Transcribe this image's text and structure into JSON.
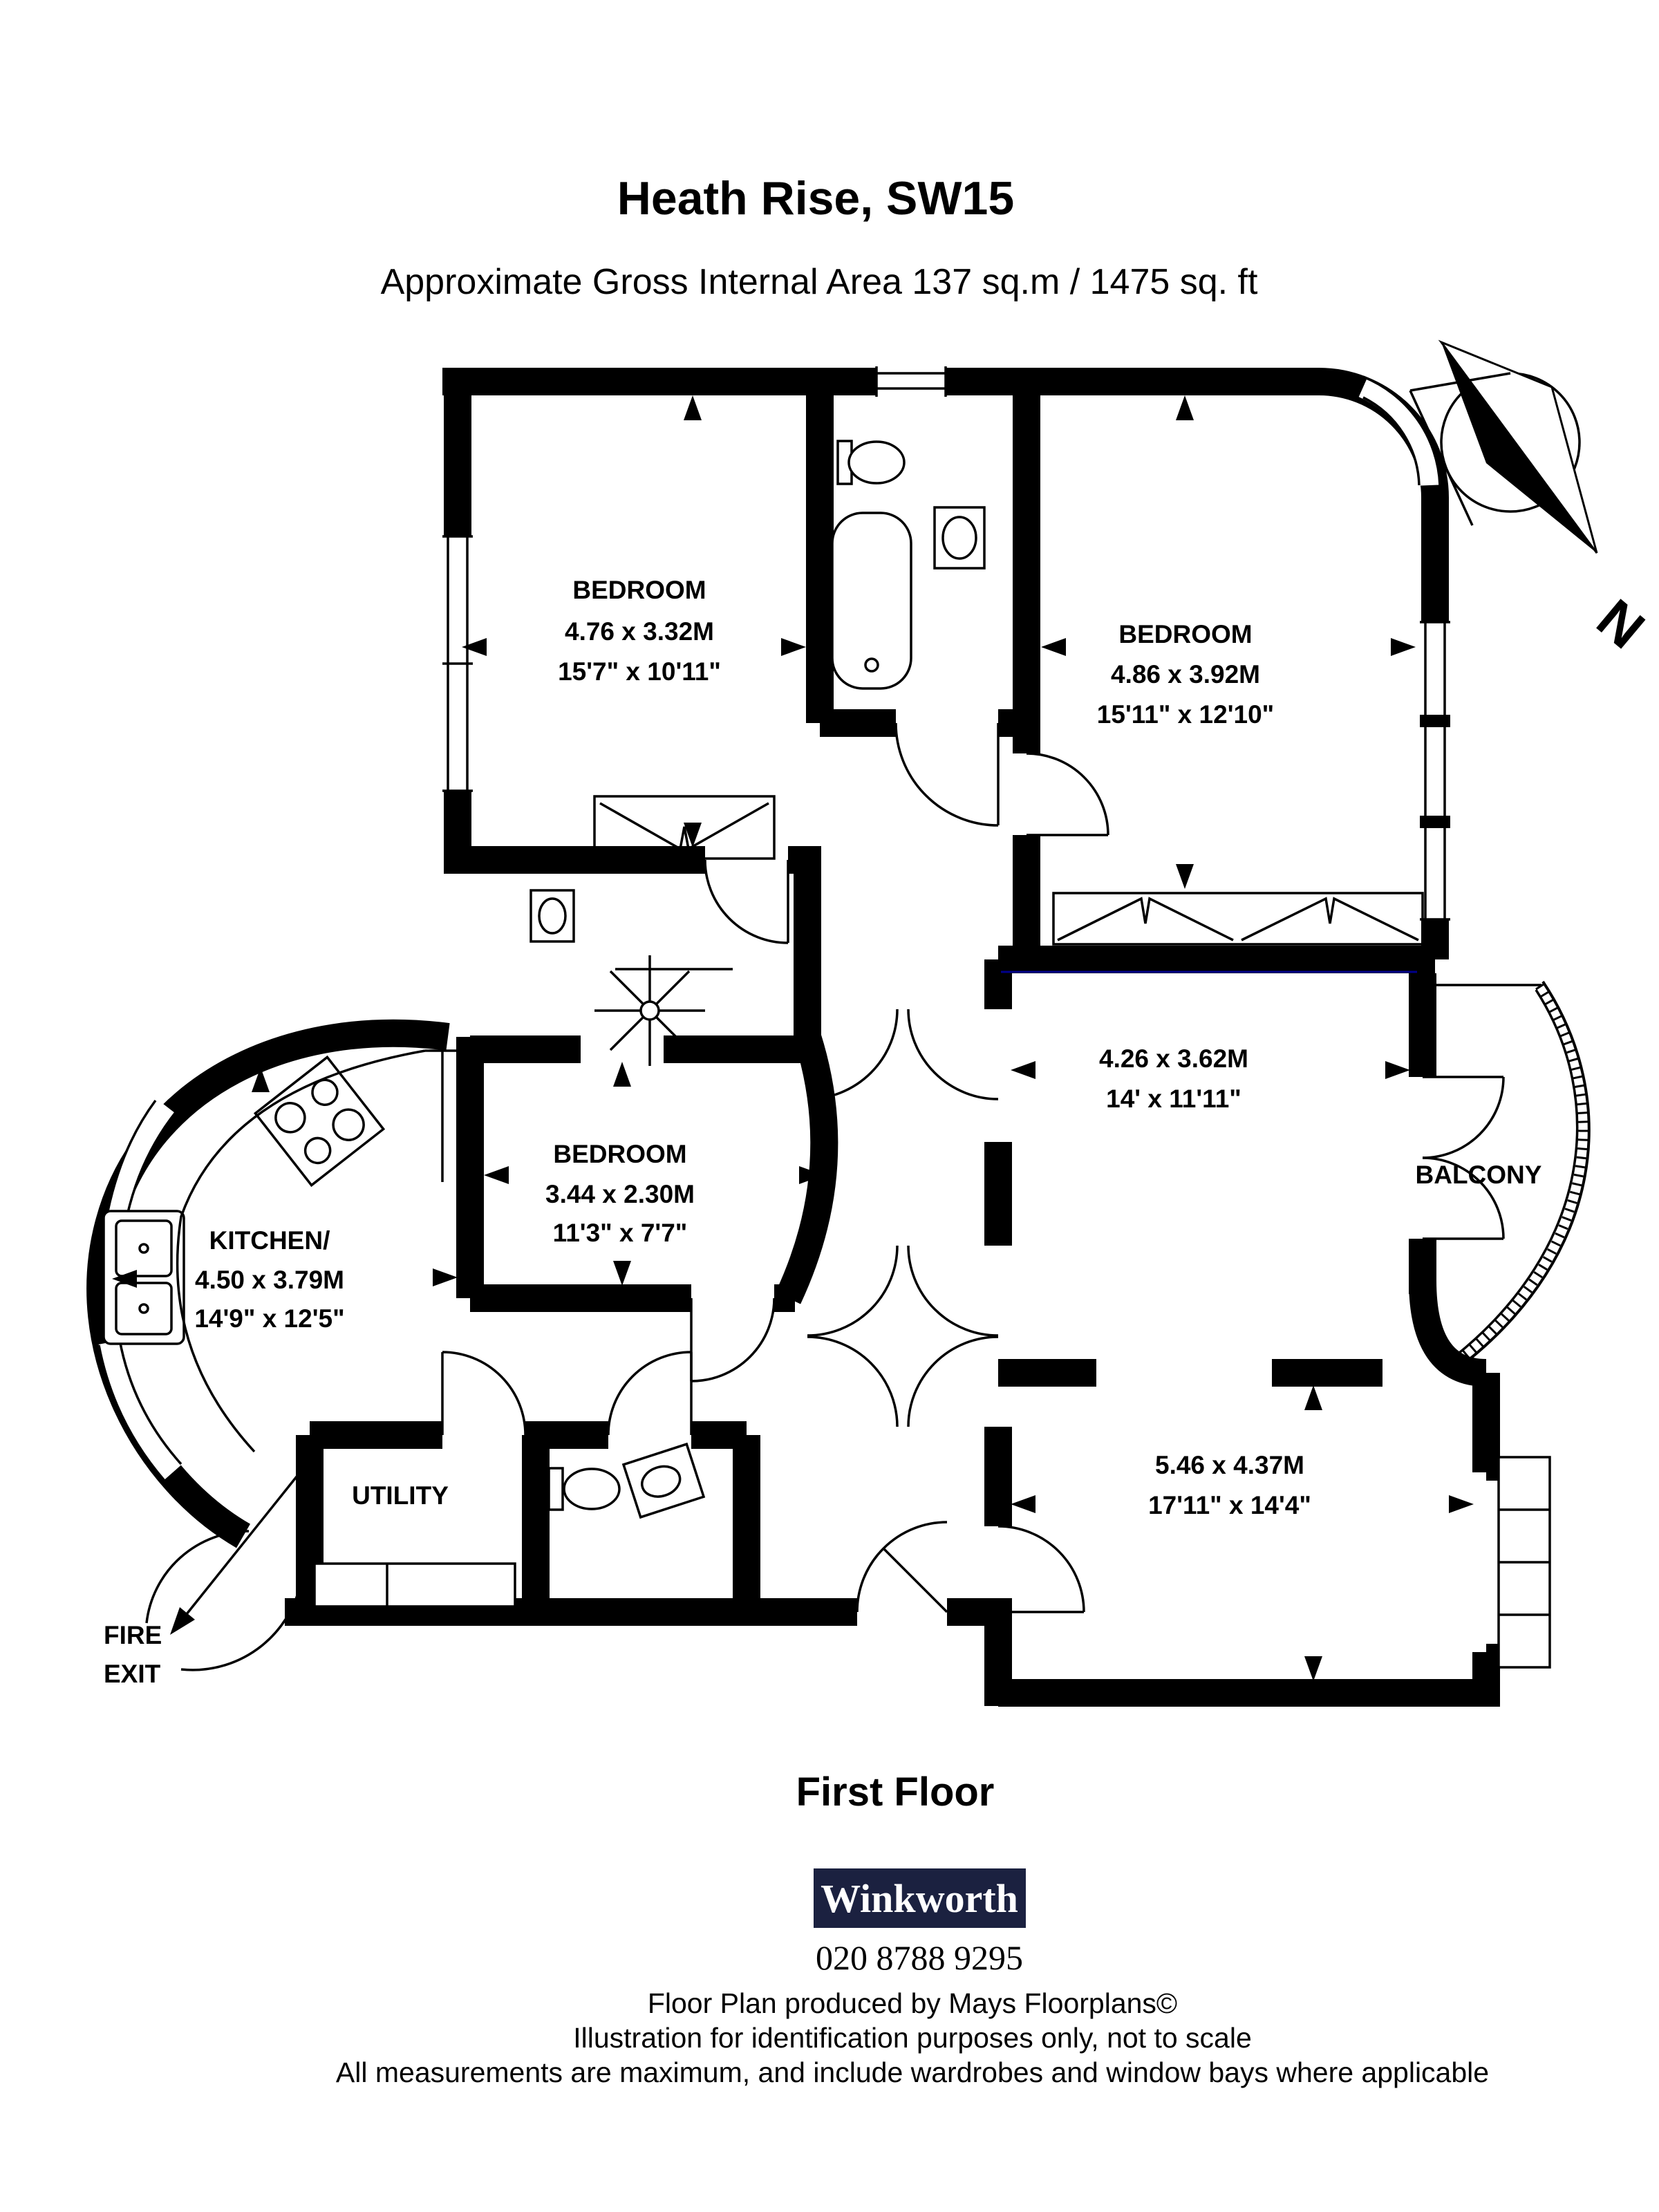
{
  "header": {
    "title": "Heath Rise, SW15",
    "subtitle": "Approximate Gross Internal Area 137 sq.m / 1475 sq. ft"
  },
  "compass": {
    "north_label": "N"
  },
  "rooms": {
    "bedroom1": {
      "name": "BEDROOM",
      "metric": "4.76 x 3.32M",
      "imperial": "15'7\" x 10'11\""
    },
    "bedroom2": {
      "name": "BEDROOM",
      "metric": "4.86 x 3.92M",
      "imperial": "15'11\" x 12'10\""
    },
    "reception": {
      "metric": "4.26 x 3.62M",
      "imperial": "14' x 11'11\""
    },
    "bedroom3": {
      "name": "BEDROOM",
      "metric": "3.44 x 2.30M",
      "imperial": "11'3\" x 7'7\""
    },
    "kitchen": {
      "name": "KITCHEN/",
      "metric": "4.50 x 3.79M",
      "imperial": "14'9\" x 12'5\""
    },
    "living": {
      "metric": "5.46 x 4.37M",
      "imperial": "17'11\" x 14'4\""
    },
    "utility": {
      "name": "UTILITY"
    },
    "balcony": {
      "name": "BALCONY"
    },
    "fire_exit": {
      "line1": "FIRE",
      "line2": "EXIT"
    }
  },
  "floor_label": "First Floor",
  "agency": {
    "name": "Winkworth",
    "phone": "020 8788 9295",
    "brand_color": "#1b2140"
  },
  "footer": {
    "lines": [
      "Floor Plan produced by Mays Floorplans©",
      "Illustration for identification purposes only, not to scale",
      "All measurements are maximum, and include wardrobes and window bays where applicable"
    ]
  }
}
